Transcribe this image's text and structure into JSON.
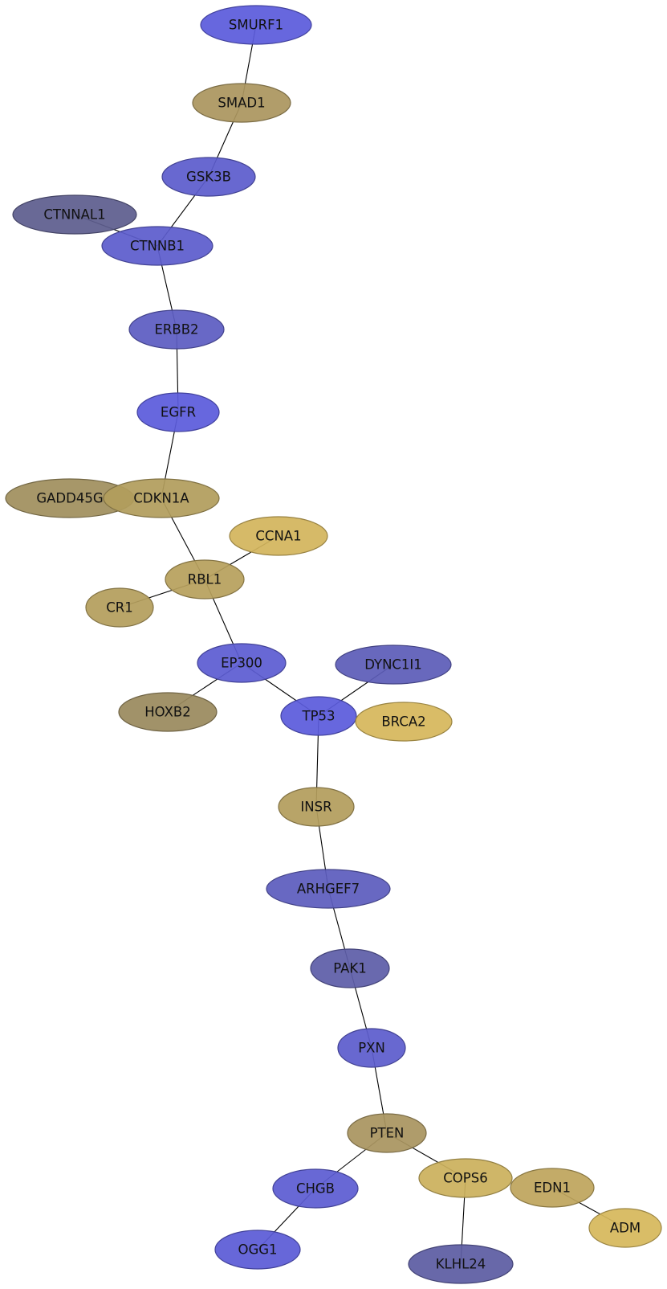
{
  "nodes": [
    {
      "id": "SMURF1",
      "label": "SMURF1",
      "color": "#5b5bdb"
    },
    {
      "id": "SMAD1",
      "label": "SMAD1",
      "color": "#ab965f"
    },
    {
      "id": "GSK3B",
      "label": "GSK3B",
      "color": "#5c5ccc"
    },
    {
      "id": "CTNNAL1",
      "label": "CTNNAL1",
      "color": "#5e5e8e"
    },
    {
      "id": "CTNNB1",
      "label": "CTNNB1",
      "color": "#5c5ccc"
    },
    {
      "id": "ERBB2",
      "label": "ERBB2",
      "color": "#5c5cc2"
    },
    {
      "id": "EGFR",
      "label": "EGFR",
      "color": "#5b5bdb"
    },
    {
      "id": "GADD45G",
      "label": "GADD45G",
      "color": "#a08f5e"
    },
    {
      "id": "CDKN1A",
      "label": "CDKN1A",
      "color": "#b29d5d"
    },
    {
      "id": "CCNA1",
      "label": "CCNA1",
      "color": "#d3b55c"
    },
    {
      "id": "RBL1",
      "label": "RBL1",
      "color": "#b7a05c"
    },
    {
      "id": "CR1",
      "label": "CR1",
      "color": "#b49e5d"
    },
    {
      "id": "EP300",
      "label": "EP300",
      "color": "#5c5cd2"
    },
    {
      "id": "DYNC1I1",
      "label": "DYNC1I1",
      "color": "#5d5db8"
    },
    {
      "id": "HOXB2",
      "label": "HOXB2",
      "color": "#9a8a5e"
    },
    {
      "id": "TP53",
      "label": "TP53",
      "color": "#5b5bdb"
    },
    {
      "id": "BRCA2",
      "label": "BRCA2",
      "color": "#d6b75b"
    },
    {
      "id": "INSR",
      "label": "INSR",
      "color": "#b39d5d"
    },
    {
      "id": "ARHGEF7",
      "label": "ARHGEF7",
      "color": "#5d5dbd"
    },
    {
      "id": "PAK1",
      "label": "PAK1",
      "color": "#5e5ea8"
    },
    {
      "id": "PXN",
      "label": "PXN",
      "color": "#5c5ccc"
    },
    {
      "id": "PTEN",
      "label": "PTEN",
      "color": "#a99460"
    },
    {
      "id": "CHGB",
      "label": "CHGB",
      "color": "#5c5cd2"
    },
    {
      "id": "COPS6",
      "label": "COPS6",
      "color": "#cbb05c"
    },
    {
      "id": "EDN1",
      "label": "EDN1",
      "color": "#bea55c"
    },
    {
      "id": "ADM",
      "label": "ADM",
      "color": "#d6b85b"
    },
    {
      "id": "OGG1",
      "label": "OGG1",
      "color": "#5b5bd6"
    },
    {
      "id": "KLHL24",
      "label": "KLHL24",
      "color": "#5d5da2"
    }
  ],
  "edges": [
    [
      "SMURF1",
      "SMAD1"
    ],
    [
      "SMAD1",
      "GSK3B"
    ],
    [
      "GSK3B",
      "CTNNB1"
    ],
    [
      "CTNNAL1",
      "CTNNB1"
    ],
    [
      "CTNNB1",
      "ERBB2"
    ],
    [
      "ERBB2",
      "EGFR"
    ],
    [
      "EGFR",
      "CDKN1A"
    ],
    [
      "CDKN1A",
      "RBL1"
    ],
    [
      "CCNA1",
      "RBL1"
    ],
    [
      "CR1",
      "RBL1"
    ],
    [
      "RBL1",
      "EP300"
    ],
    [
      "EP300",
      "HOXB2"
    ],
    [
      "EP300",
      "TP53"
    ],
    [
      "DYNC1I1",
      "TP53"
    ],
    [
      "TP53",
      "INSR"
    ],
    [
      "INSR",
      "ARHGEF7"
    ],
    [
      "ARHGEF7",
      "PAK1"
    ],
    [
      "PAK1",
      "PXN"
    ],
    [
      "PXN",
      "PTEN"
    ],
    [
      "PTEN",
      "CHGB"
    ],
    [
      "PTEN",
      "COPS6"
    ],
    [
      "CHGB",
      "OGG1"
    ],
    [
      "COPS6",
      "KLHL24"
    ],
    [
      "EDN1",
      "ADM"
    ]
  ]
}
